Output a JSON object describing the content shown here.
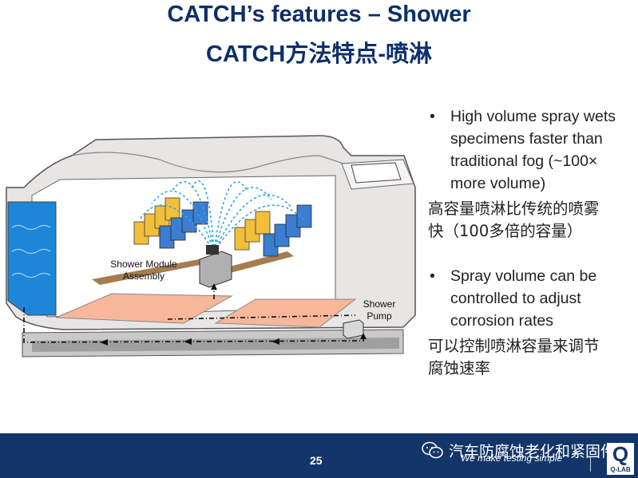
{
  "header": {
    "title_line1": "CATCH’s features – Shower",
    "title_line2": "CATCH方法特点-喷淋"
  },
  "illustration": {
    "label_module": [
      "Shower Module",
      "Assembly"
    ],
    "label_pump": [
      "Shower",
      "Pump"
    ]
  },
  "bullets": [
    {
      "marker": "•",
      "lines": [
        "High volume spray wets",
        "specimens faster than",
        "traditional fog (~100×",
        "more volume)"
      ],
      "cn_lines": [
        "高容量喷淋比传统的喷雾",
        "快（100多倍的容量）"
      ]
    },
    {
      "marker": "•",
      "lines": [
        "Spray volume can be",
        "controlled to adjust",
        "corrosion rates"
      ],
      "cn_lines": [
        "可以控制喷淋容量来调节",
        "腐蚀速率"
      ]
    }
  ],
  "footer": {
    "page_number": "25",
    "brand_cn": "汽车防腐蚀老化和紧固件",
    "tagline": "We make testing simple",
    "logo_letter": "Q",
    "logo_text": "Q-LAB"
  },
  "colors": {
    "title": "#0b2f6b",
    "footer_bg": "#13356a",
    "panel_blue": "#3a7dd1",
    "panel_yellow": "#f2bf3a"
  }
}
